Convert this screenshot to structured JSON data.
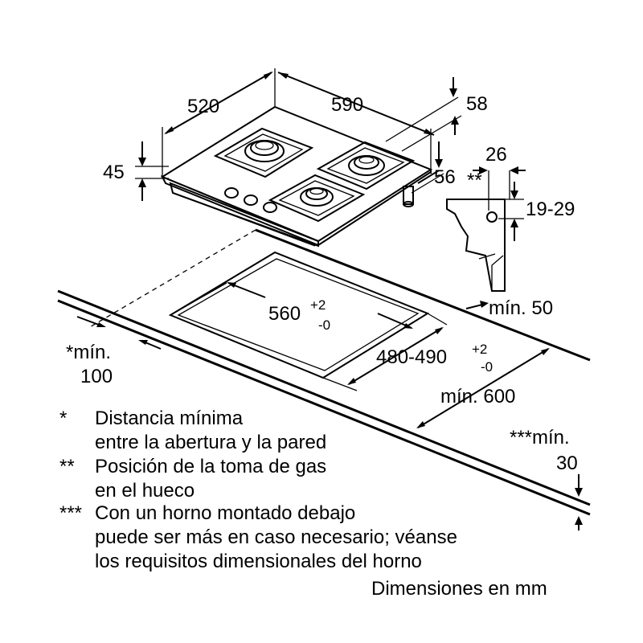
{
  "hob": {
    "width": "590",
    "depth": "520",
    "height": "45",
    "rear_offset": "58",
    "gas_inlet_offset": "56",
    "gas_inlet_mark": "**"
  },
  "side_profile": {
    "depth": "26",
    "height_range": "19-29",
    "min_rear": "mín. 50"
  },
  "cutout": {
    "width_base": "560",
    "width_tol_plus": "+2",
    "width_tol_minus": "-0",
    "depth_base": "480-490",
    "depth_tol_plus": "+2",
    "depth_tol_minus": "-0",
    "min_worktop_depth": "mín. 600",
    "min_side_line1": "*mín.",
    "min_side_line2": "100",
    "min_below_line1": "***mín.",
    "min_below_line2": "30"
  },
  "notes": [
    {
      "mark": "*",
      "lines": [
        "Distancia mínima",
        "entre la abertura y la pared"
      ]
    },
    {
      "mark": "**",
      "lines": [
        "Posición de la toma de gas",
        "en el hueco"
      ]
    },
    {
      "mark": "***",
      "lines": [
        "Con un horno montado debajo",
        "puede ser más en caso necesario; véanse",
        "los requisitos dimensionales del horno"
      ]
    }
  ],
  "units_note": "Dimensiones en mm"
}
